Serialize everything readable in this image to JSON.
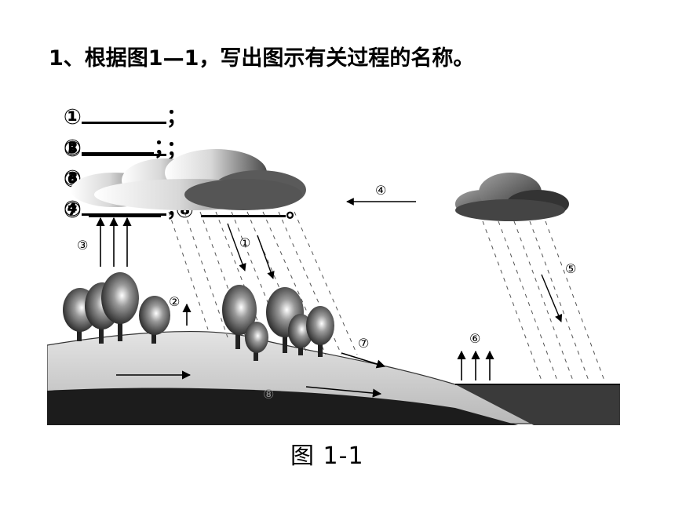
{
  "question": {
    "title": "1、根据图1—1，写出图示有关过程的名称。",
    "line2": [
      {
        "num": "①",
        "sep": "；"
      },
      {
        "num": "②",
        "sep": "；"
      },
      {
        "num": "③",
        "sep": "；"
      },
      {
        "num": "④",
        "sep": "；"
      }
    ],
    "line3": [
      {
        "num": "⑤",
        "sep": "；"
      },
      {
        "num": "⑥",
        "sep": "；"
      },
      {
        "num": "⑦",
        "sep": ""
      },
      {
        "num": "⑧",
        "sep": "。"
      }
    ]
  },
  "figure": {
    "labels": {
      "p1": "①",
      "p2": "②",
      "p3": "③",
      "p4": "④",
      "p5": "⑤",
      "p6": "⑥",
      "p7": "⑦",
      "p8": "⑧"
    },
    "caption": "图 1-1"
  }
}
